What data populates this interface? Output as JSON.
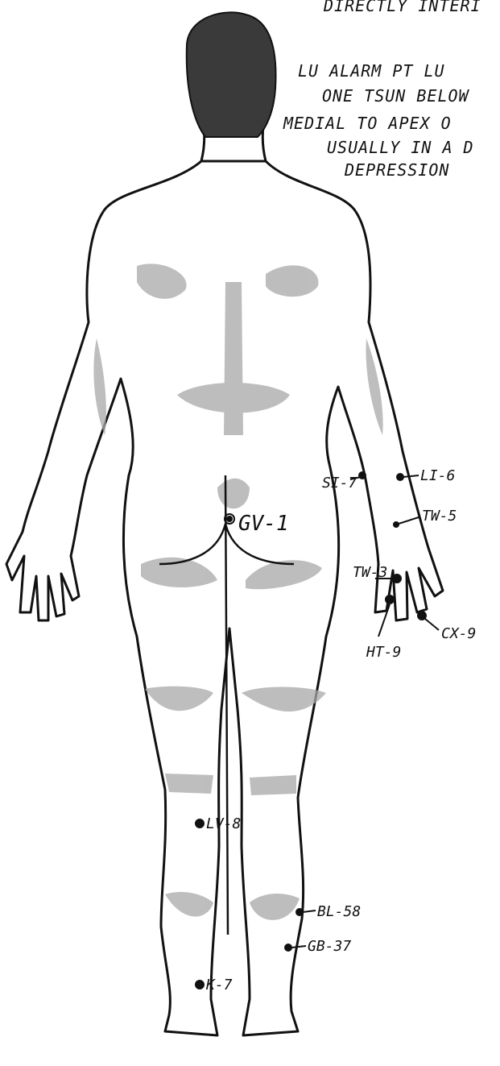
{
  "notes": {
    "line1": "DIRECTLY INTERI",
    "line2": "LU ALARM PT  LU",
    "line3": "ONE TSUN BELOW",
    "line4": "MEDIAL TO APEX O",
    "line5": "USUALLY IN A D",
    "line6": "DEPRESSION"
  },
  "points": [
    {
      "id": "li-6",
      "label": "LI-6"
    },
    {
      "id": "si-7",
      "label": "SI-7"
    },
    {
      "id": "tw-5",
      "label": "TW-5"
    },
    {
      "id": "gv-1",
      "label": "GV-1"
    },
    {
      "id": "tw-3",
      "label": "TW-3"
    },
    {
      "id": "cx-9",
      "label": "CX-9"
    },
    {
      "id": "ht-9",
      "label": "HT-9"
    },
    {
      "id": "lv-8",
      "label": "LV-8"
    },
    {
      "id": "bl-58",
      "label": "BL-58"
    },
    {
      "id": "gb-37",
      "label": "GB-37"
    },
    {
      "id": "k-7",
      "label": "K-7"
    }
  ],
  "colors": {
    "ink": "#111111",
    "shade": "#a8a8a8",
    "hair": "#3a3a3a",
    "skin": "#ffffff"
  }
}
